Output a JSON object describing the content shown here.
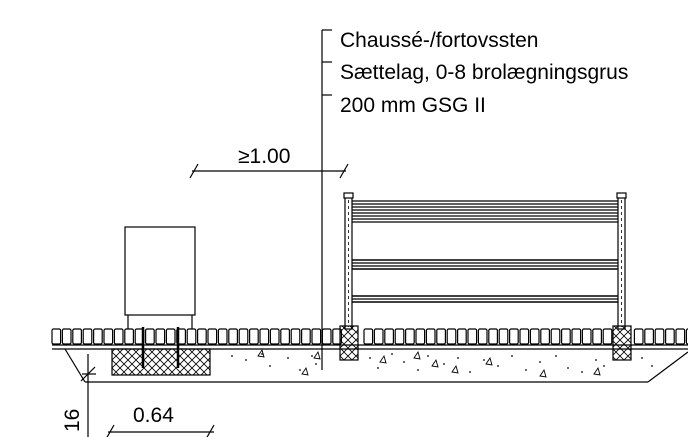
{
  "annotations": {
    "layers": [
      "Chaussé-/fortovssten",
      "Sættelag, 0-8 brolægningsgrus",
      "200 mm GSG II"
    ]
  },
  "dimensions": {
    "clearance": "≥1.00",
    "foundation_width": "0.64",
    "foundation_depth": "16"
  }
}
